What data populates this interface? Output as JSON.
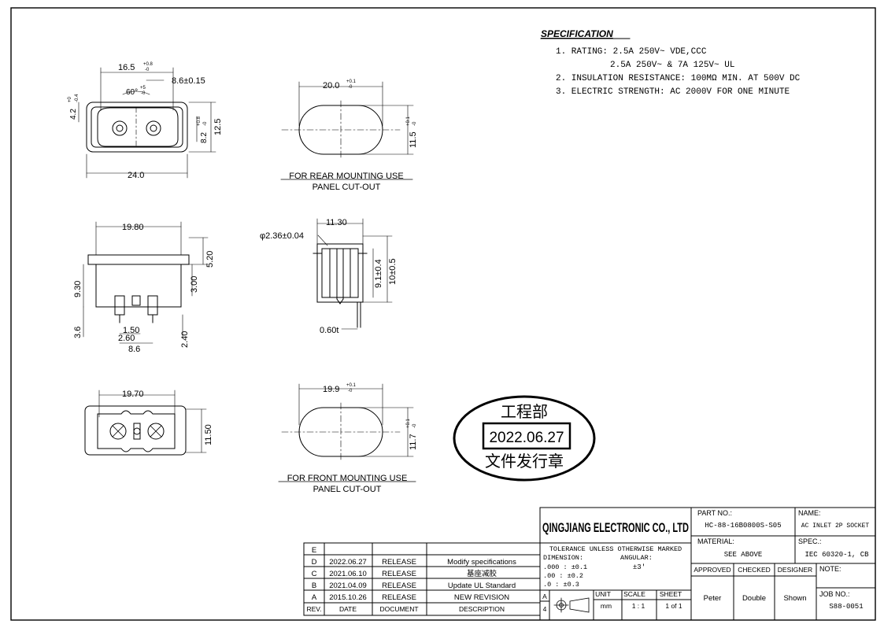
{
  "specification": {
    "heading": "SPECIFICATION",
    "lines": [
      "1. RATING: 2.5A 250V~ VDE,CCC",
      "2.5A 250V~ & 7A 125V~ UL",
      "2. INSULATION RESISTANCE: 100MΩ MIN. AT 500V DC",
      "3. ELECTRIC STRENGTH: AC 2000V FOR ONE MINUTE"
    ]
  },
  "views": {
    "front": {
      "dims": [
        "16.5",
        "+0.8",
        "-0",
        "8.6±0.15",
        "60°",
        "+5",
        "-0",
        "4.2",
        "+0",
        "-0.4",
        "8.2",
        "+0.8",
        "-0",
        "12.5",
        "24.0"
      ]
    },
    "rear_cutout": {
      "dims": [
        "20.0",
        "+0.1",
        "-0",
        "11.5",
        "+0.1",
        "-0"
      ],
      "caption1": "FOR REAR MOUNTING USE",
      "caption2": "PANEL CUT-OUT"
    },
    "side": {
      "dims": [
        "19.80",
        "5.20",
        "9.30",
        "3.00",
        "3.6",
        "1.50",
        "2.60",
        "8.6",
        "2.40"
      ]
    },
    "section": {
      "dims": [
        "11.30",
        "φ2.36±0.04",
        "9.1±0.4",
        "10±0.5",
        "0.60t"
      ]
    },
    "bottom": {
      "dims": [
        "19.70",
        "11.50"
      ]
    },
    "front_cutout": {
      "dims": [
        "19.9",
        "+0.1",
        "-0",
        "11.7",
        "+0.1",
        "-0"
      ],
      "caption1": "FOR FRONT MOUNTING USE",
      "caption2": "PANEL CUT-OUT"
    }
  },
  "stamp": {
    "top": "工程部",
    "date": "2022.06.27",
    "bottom": "文件发行章"
  },
  "revisions": {
    "rows": [
      {
        "rev": "E",
        "date": "",
        "doc": "",
        "desc": ""
      },
      {
        "rev": "D",
        "date": "2022.06.27",
        "doc": "RELEASE",
        "desc": "Modify specifications"
      },
      {
        "rev": "C",
        "date": "2021.06.10",
        "doc": "RELEASE",
        "desc": "基座减胶"
      },
      {
        "rev": "B",
        "date": "2021.04.09",
        "doc": "RELEASE",
        "desc": "Update UL Standard"
      },
      {
        "rev": "A",
        "date": "2015.10.26",
        "doc": "RELEASE",
        "desc": "NEW REVISION"
      }
    ],
    "header": {
      "rev": "REV.",
      "date": "DATE",
      "doc": "DOCUMENT",
      "desc": "DESCRIPTION"
    }
  },
  "title_block": {
    "company": "QINGJIANG ELECTRONIC CO., LTD",
    "part_no_label": "PART NO.:",
    "part_no": "HC-88-16B0800S-S05",
    "name_label": "NAME:",
    "name": "AC INLET 2P SOCKET",
    "material_label": "MATERIAL:",
    "material": "SEE ABOVE",
    "spec_label": "SPEC.:",
    "spec": "IEC 60320-1, CB",
    "tolerance_heading": "TOLERANCE UNLESS OTHERWISE MARKED",
    "dimension_label": "DIMENSION:",
    "angular_label": "ANGULAR:",
    "angular_value": "±3'",
    "tol_rows": [
      ".000 : ±0.1",
      ".00 : ±0.2",
      ".0 : ±0.3"
    ],
    "approved_label": "APPROVED",
    "checked_label": "CHECKED",
    "designer_label": "DESIGNER",
    "approved": "Peter",
    "checked": "Double",
    "designer": "Shown",
    "note_label": "NOTE:",
    "job_label": "JOB NO.:",
    "job_no": "S88-0051",
    "projection_digits": [
      "A",
      "4"
    ],
    "unit_label": "UNIT",
    "unit": "mm",
    "scale_label": "SCALE",
    "scale": "1 : 1",
    "sheet_label": "SHEET",
    "sheet": "1 of 1"
  }
}
